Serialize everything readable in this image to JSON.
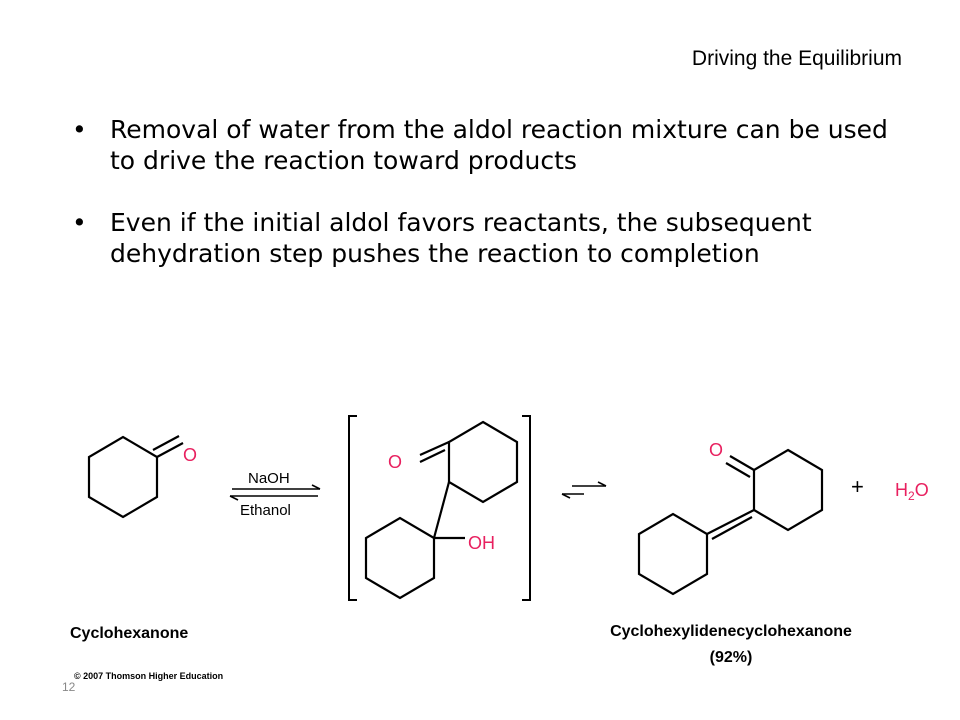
{
  "slide": {
    "title": "Driving the Equilibrium",
    "bullets": [
      "Removal of water from the aldol reaction mixture can be used to drive the reaction toward products",
      "Even if the initial aldol favors reactants, the subsequent dehydration step pushes the reaction to completion"
    ],
    "page_number": "12"
  },
  "scheme": {
    "reagent_top": "NaOH",
    "reagent_bottom": "Ethanol",
    "start_label": "Cyclohexanone",
    "product_label": "Cyclohexylidenecyclohexanone",
    "yield": "(92%)",
    "plus": "+",
    "water": {
      "h": "H",
      "sub": "2",
      "o": "O"
    },
    "atom_o": "O",
    "atom_oh": "OH",
    "copyright": "© 2007 Thomson Higher Education"
  },
  "colors": {
    "heteroatom": "#e8205f",
    "text": "#000000",
    "page_number": "#888888"
  }
}
